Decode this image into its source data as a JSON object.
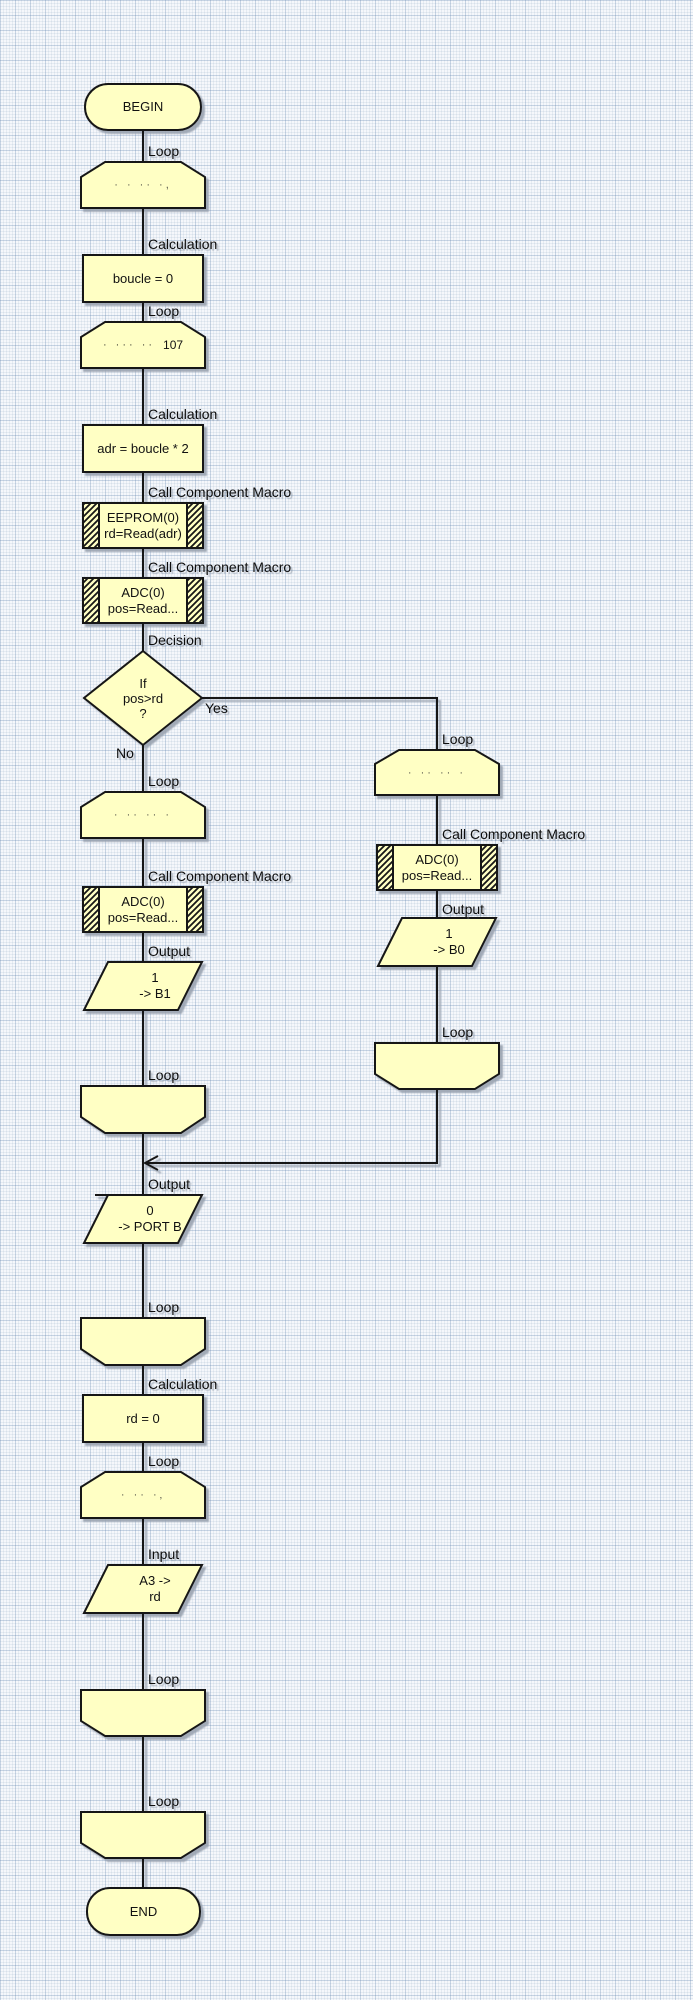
{
  "labels": {
    "loop": "Loop",
    "calculation": "Calculation",
    "call_component_macro": "Call Component Macro",
    "decision": "Decision",
    "output": "Output",
    "input": "Input",
    "yes": "Yes",
    "no": "No"
  },
  "nodes": {
    "begin": "BEGIN",
    "end": "END",
    "loop_top_faint": "· · ·· ·,",
    "calc_boucle": "boucle = 0",
    "loop_for_faint": "· ··· ··",
    "loop_for_count": "107",
    "calc_adr": "adr = boucle * 2",
    "macro_eeprom": "EEPROM(0)\nrd=Read(adr)",
    "macro_adc": "ADC(0)\npos=Read...",
    "decision_if": "If\npos>rd\n?",
    "loop_no_faint": "· ·· ··   ·",
    "macro_adc_no": "ADC(0)\npos=Read...",
    "output_b1": "1\n-> B1",
    "loop_yes_faint": "· ·· ··   ·",
    "macro_adc_yes": "ADC(0)\npos=Read...",
    "output_b0": "1\n-> B0",
    "output_portb": "0\n-> PORT B",
    "calc_rd": "rd = 0",
    "loop_read_faint": "· ·· ·‚",
    "input_a3": "A3 ->\nrd"
  },
  "colors": {
    "shape_fill": "#ffffc4",
    "shape_stroke": "#161616",
    "background": "#f5f7fb",
    "shadow": "#9aa3b0"
  }
}
